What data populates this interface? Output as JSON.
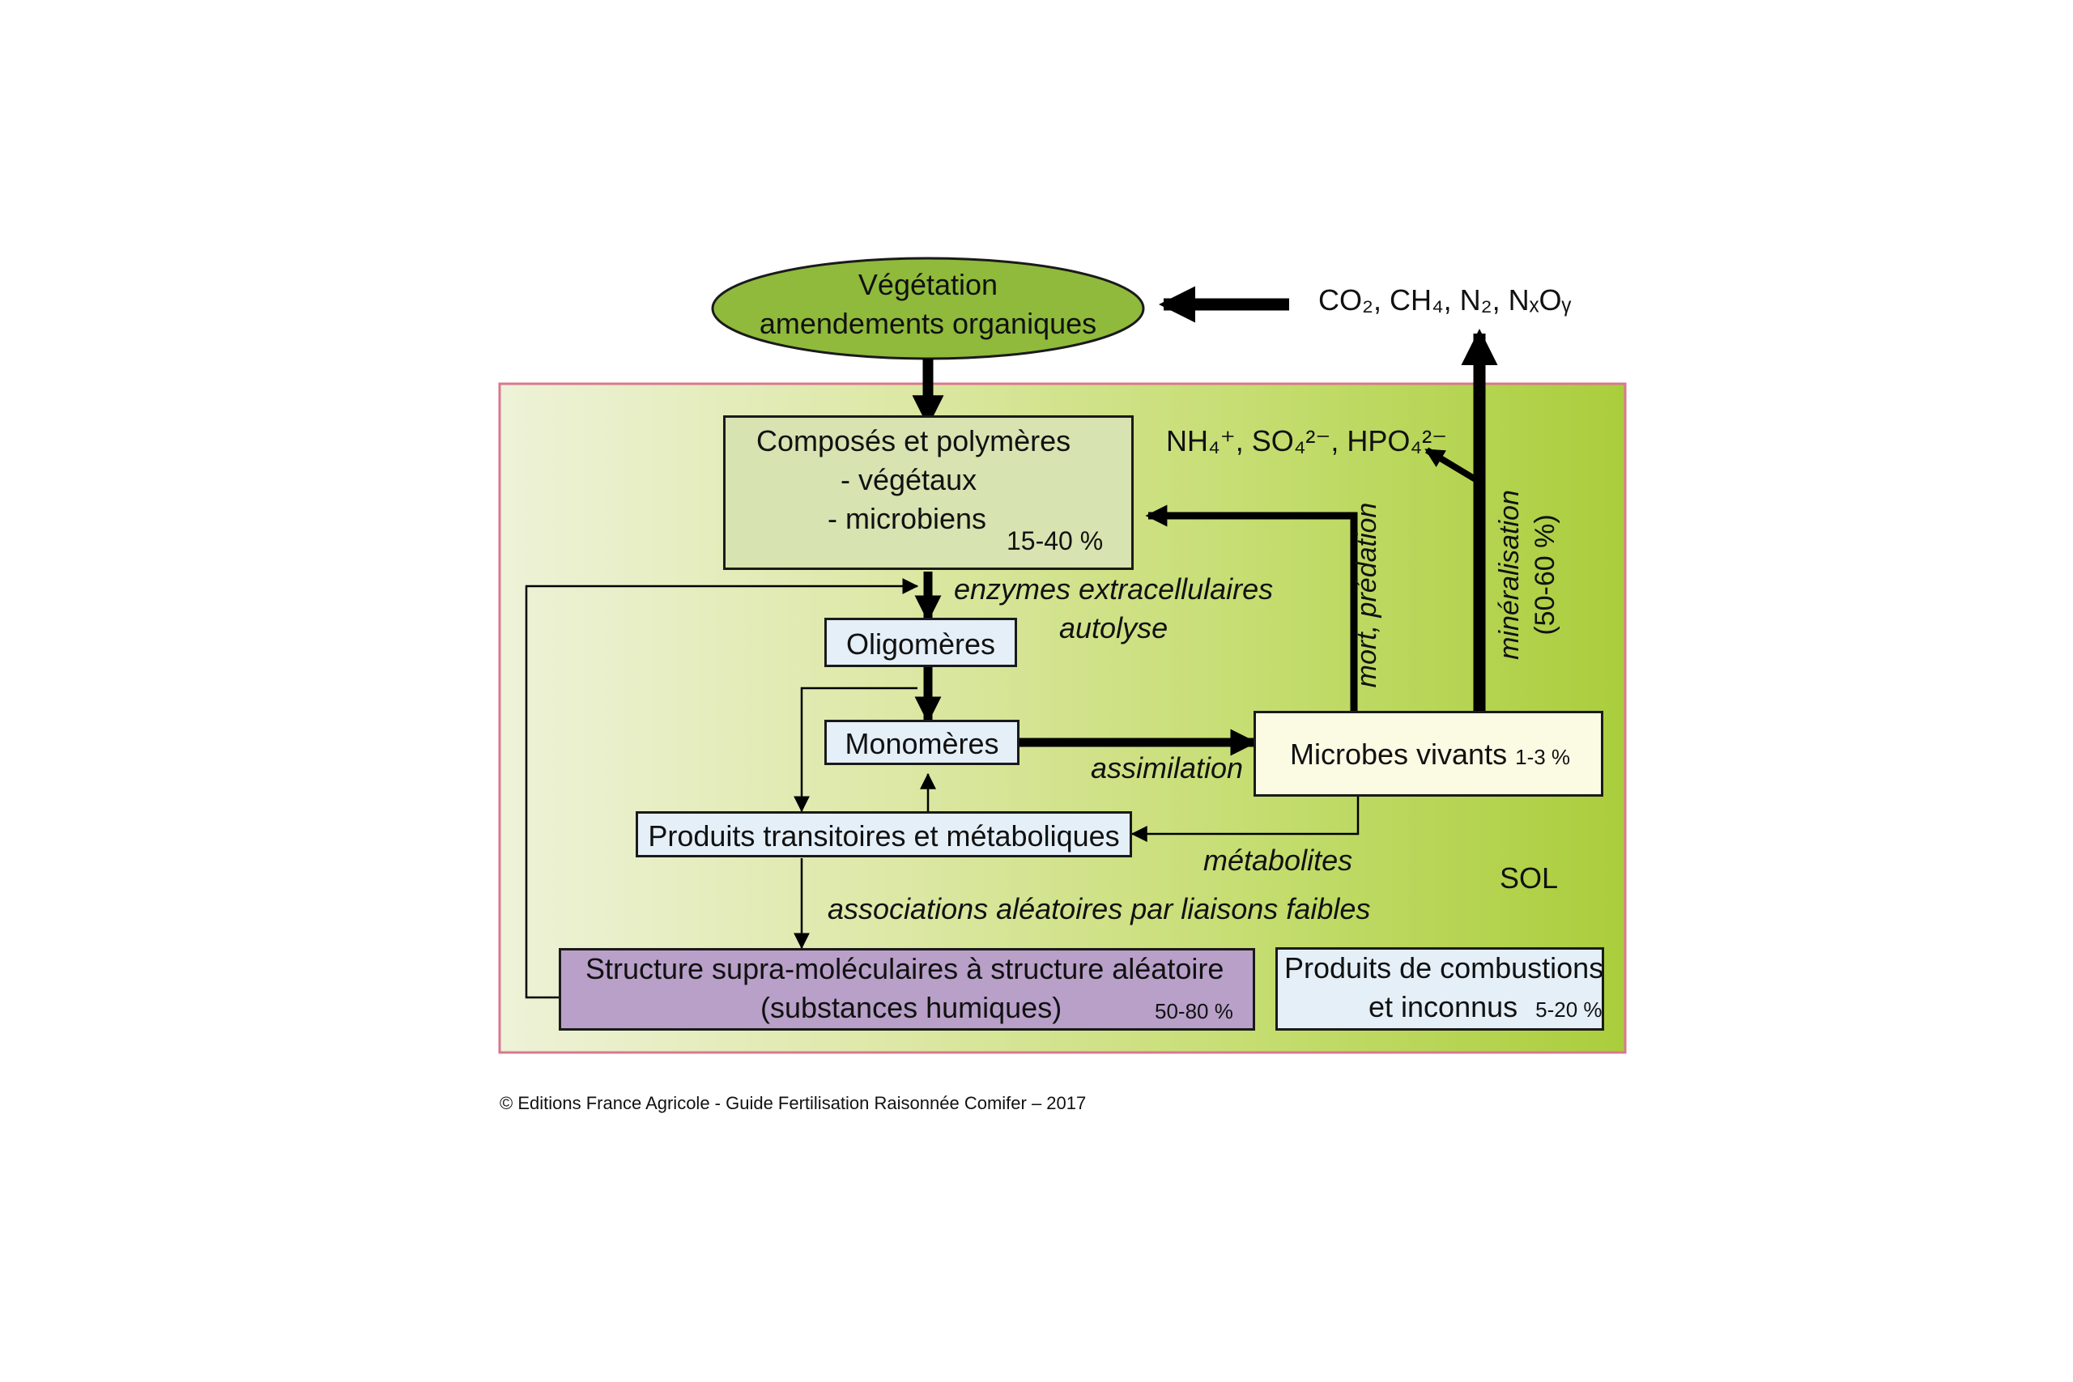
{
  "colors": {
    "panel_start": "#eef2d8",
    "panel_end": "#aacd3c",
    "panel_border": "#d9788f",
    "ellipse_fill": "#8fba3c",
    "box_composes": "#d7e3b0",
    "box_light": "#e4eff8",
    "box_microbes": "#fbfbe4",
    "box_humiques": "#b8a0c8",
    "arrow": "#000000"
  },
  "vegetation": {
    "line1": "Végétation",
    "line2": "amendements organiques"
  },
  "gases": {
    "label": "CO₂, CH₄, N₂, NₓOᵧ"
  },
  "ions": {
    "label": "NH₄⁺, SO₄²⁻, HPO₄²⁻"
  },
  "composes": {
    "line1": "Composés et polymères",
    "line2": "- végétaux",
    "line3": "- microbiens",
    "pct": "15-40 %"
  },
  "enzymes": {
    "line1": "enzymes extracellulaires",
    "line2": "autolyse"
  },
  "oligomeres": {
    "label": "Oligomères"
  },
  "monomeres": {
    "label": "Monomères"
  },
  "assimilation": {
    "label": "assimilation"
  },
  "microbes": {
    "label": "Microbes vivants",
    "pct": "1-3 %"
  },
  "produits": {
    "label": "Produits transitoires et métaboliques"
  },
  "metabolites": {
    "label": "métabolites"
  },
  "sol": {
    "label": "SOL"
  },
  "associations": {
    "label": "associations aléatoires par liaisons faibles"
  },
  "humiques": {
    "line1": "Structure supra-moléculaires à structure aléatoire",
    "line2": "(substances humiques)",
    "pct": "50-80 %"
  },
  "combustion": {
    "line1": "Produits de combustions",
    "line2": "et inconnus",
    "pct": "5-20 %"
  },
  "mort": {
    "label": "mort, prédation"
  },
  "mineralisation": {
    "line1": "minéralisation",
    "line2": "(50-60 %)"
  },
  "copyright": {
    "label": "© Editions France Agricole - Guide Fertilisation Raisonnée Comifer – 2017"
  }
}
